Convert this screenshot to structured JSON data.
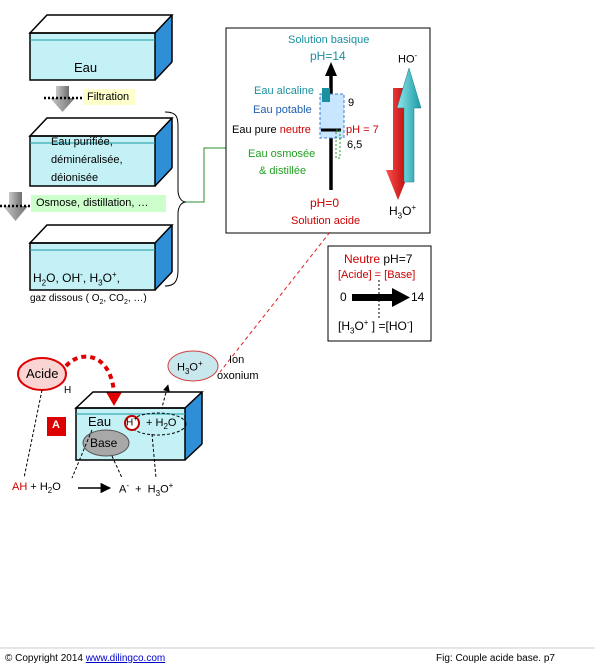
{
  "tanks": {
    "top": "Eau",
    "step1": "Filtration",
    "middle": [
      "Eau purifiée,",
      "déminéralisée,",
      "déionisée"
    ],
    "step2": "Osmose, distillation, …",
    "bottom_formula": "H2O, OH-, H3O+,",
    "bottom_formula_parts": [
      "H",
      "2",
      "O, OH",
      "-",
      ", H",
      "3",
      "O",
      "+",
      ","
    ],
    "bottom_caption": "gaz dissous ( O2, CO2, …)",
    "bottom_caption_parts": [
      "gaz dissous ( O",
      "2",
      ", CO",
      "2",
      ", …)"
    ]
  },
  "ph_scale": {
    "top_title": "Solution basique",
    "top_value": "pH=14",
    "alkaline": "Eau alcaline",
    "potable": "Eau potable",
    "pure_prefix": "Eau pure ",
    "pure_suffix": "neutre",
    "ph7": "pH = 7",
    "tick9": "9",
    "tick65": "6,5",
    "osmosee": "Eau osmosée",
    "distillee": "& distillée",
    "bottom_value": "pH=0",
    "bottom_title": "Solution acide",
    "hydroxide": "HO-",
    "hydronium": "H3O+",
    "colors": {
      "base": "#1a8fa0",
      "acid": "#cc0000",
      "green": "#22a022",
      "blue_text": "#1f5fb0"
    }
  },
  "neutral_box": {
    "title_red": "Neutre",
    "title_black": " pH=7",
    "equality": "[Acide] = [Base]",
    "left": "0",
    "right": "14",
    "bottom": "[H3O+ ] =[HO-]"
  },
  "reaction": {
    "acid": "Acide",
    "h": "H",
    "badge": "A",
    "hydronium_bubble": "H3O+",
    "ion_label": [
      "Ion",
      "oxonium"
    ],
    "eau": "Eau",
    "hplus": "H+",
    "plus_water": "+ H2O",
    "base": "Base",
    "equation_left": "AH",
    "equation_middle": " + H2O",
    "equation_right": "A-  +  H3O+"
  },
  "footer": {
    "copyright": "© Copyright 2014 ",
    "link": "www.dilingco.com",
    "fig": "Fig:  Couple acide base. p7"
  }
}
